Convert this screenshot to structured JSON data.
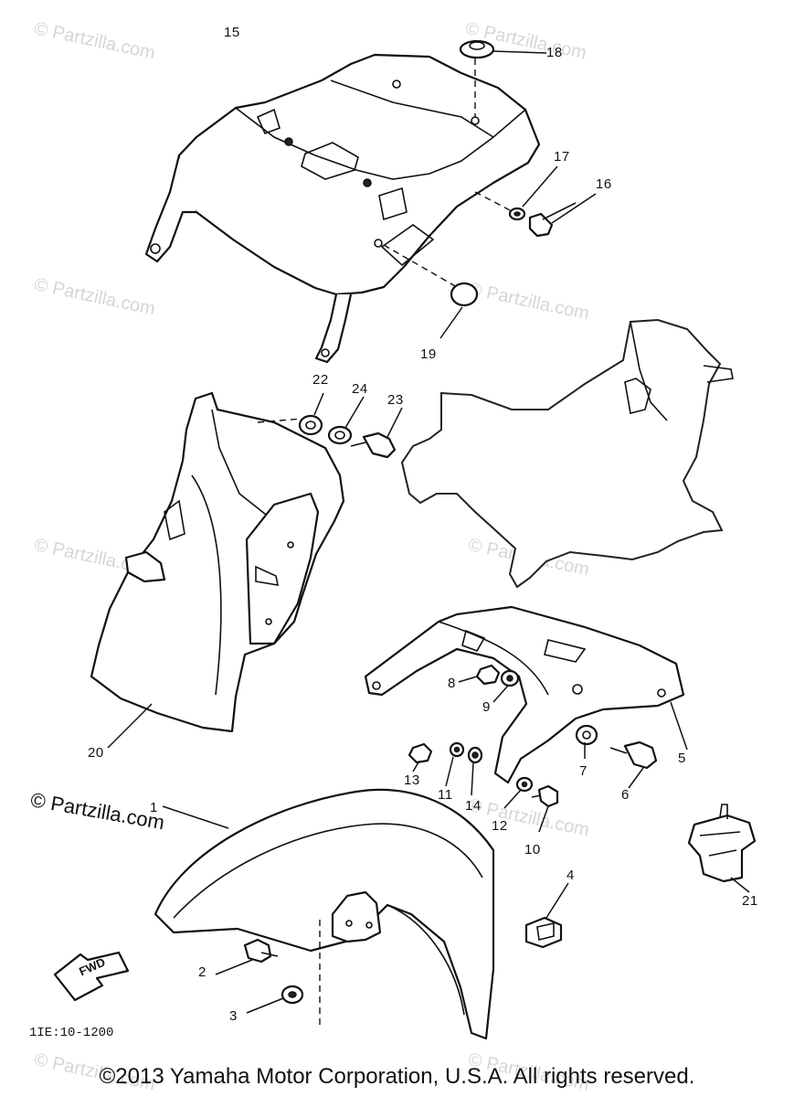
{
  "watermark": "© Partzilla.com",
  "credit": "© Partzilla.com",
  "diagram_code": "1IE:10-1200",
  "fwd_label": "FWD",
  "copyright": "©2013 Yamaha Motor Corporation, U.S.A. All rights reserved.",
  "callouts": {
    "c1": "1",
    "c2": "2",
    "c3": "3",
    "c4": "4",
    "c5": "5",
    "c6": "6",
    "c7": "7",
    "c8": "8",
    "c9": "9",
    "c10": "10",
    "c11": "11",
    "c12": "12",
    "c13": "13",
    "c14": "14",
    "c15": "15",
    "c16": "16",
    "c17": "17",
    "c18": "18",
    "c19": "19",
    "c20": "20",
    "c21": "21",
    "c22": "22",
    "c23": "23",
    "c24": "24"
  }
}
